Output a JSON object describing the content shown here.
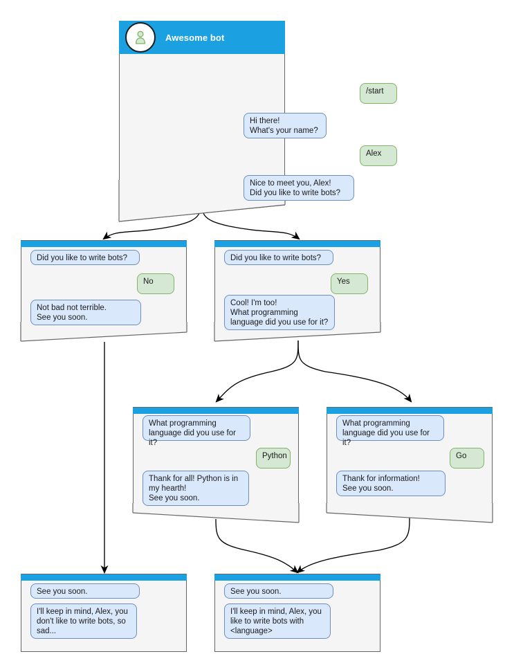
{
  "diagram": {
    "type": "bot-conversation-flowchart",
    "colors": {
      "title_bar": "#1ba1e2",
      "window_body": "#f5f5f5",
      "bot_bubble_fill": "#dae8fc",
      "bot_bubble_stroke": "#6c8ebf",
      "user_bubble_fill": "#d5e8d4",
      "user_bubble_stroke": "#82b366",
      "edge": "#000000",
      "window_border": "#666666"
    }
  },
  "nodes": [
    {
      "id": "root",
      "title": "Awesome bot",
      "avatar_icon": "person-avatar-icon",
      "has_avatar": true,
      "messages": [
        {
          "from": "user",
          "text": "/start"
        },
        {
          "from": "bot",
          "text": "Hi there!\nWhat's your name?"
        },
        {
          "from": "user",
          "text": "Alex"
        },
        {
          "from": "bot",
          "text": "Nice to meet you, Alex!\nDid you like to write bots?"
        }
      ]
    },
    {
      "id": "no-branch",
      "title": "",
      "has_avatar": false,
      "messages": [
        {
          "from": "bot",
          "text": "Did you like to write bots?"
        },
        {
          "from": "user",
          "text": "No"
        },
        {
          "from": "bot",
          "text": "Not bad not terrible.\nSee you soon."
        }
      ]
    },
    {
      "id": "yes-branch",
      "title": "",
      "has_avatar": false,
      "messages": [
        {
          "from": "bot",
          "text": "Did you like to write bots?"
        },
        {
          "from": "user",
          "text": "Yes"
        },
        {
          "from": "bot",
          "text": "Cool! I'm too!\nWhat programming\nlanguage did you use for it?"
        }
      ]
    },
    {
      "id": "python-branch",
      "title": "",
      "has_avatar": false,
      "messages": [
        {
          "from": "bot",
          "text": "What programming\nlanguage did you use for it?"
        },
        {
          "from": "user",
          "text": "Python"
        },
        {
          "from": "bot",
          "text": "Thank for all! Python is in\nmy hearth!\nSee you soon."
        }
      ]
    },
    {
      "id": "go-branch",
      "title": "",
      "has_avatar": false,
      "messages": [
        {
          "from": "bot",
          "text": "What programming\nlanguage did you use for it?"
        },
        {
          "from": "user",
          "text": "Go"
        },
        {
          "from": "bot",
          "text": "Thank for information!\nSee you soon."
        }
      ]
    },
    {
      "id": "end-sad",
      "title": "",
      "has_avatar": false,
      "messages": [
        {
          "from": "bot",
          "text": "See you soon."
        },
        {
          "from": "bot",
          "text": "I'll keep in mind, Alex, you\ndon't like to write bots, so\nsad..."
        }
      ]
    },
    {
      "id": "end-happy",
      "title": "",
      "has_avatar": false,
      "messages": [
        {
          "from": "bot",
          "text": "See you soon."
        },
        {
          "from": "bot",
          "text": "I'll keep in mind, Alex, you\nlike to write bots with\n<language>"
        }
      ]
    }
  ]
}
